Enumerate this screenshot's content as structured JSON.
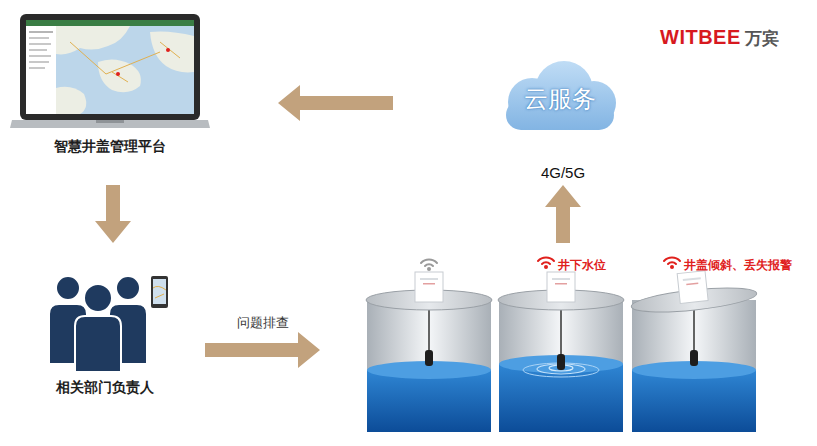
{
  "diagram": {
    "nodes": [
      {
        "text": [
          "智慧井盖管理平台"
        ]
      },
      {
        "text": [
          "云服务"
        ]
      },
      {
        "text": [
          "相关部门负责人"
        ]
      },
      {
        "text": [
          "井下水位",
          "井盖倾斜、丢失报警"
        ]
      }
    ],
    "edges": [
      {
        "from": 1,
        "to": 0,
        "arrow": "to"
      },
      {
        "from": 0,
        "to": 2,
        "arrow": "to"
      },
      {
        "from": 2,
        "to": 3,
        "label": "问题排查",
        "arrow": "to"
      },
      {
        "from": 3,
        "to": 1,
        "label": "4G/5G",
        "arrow": "to"
      }
    ],
    "labels": [
      "WITBEE",
      "万宾"
    ]
  }
}
